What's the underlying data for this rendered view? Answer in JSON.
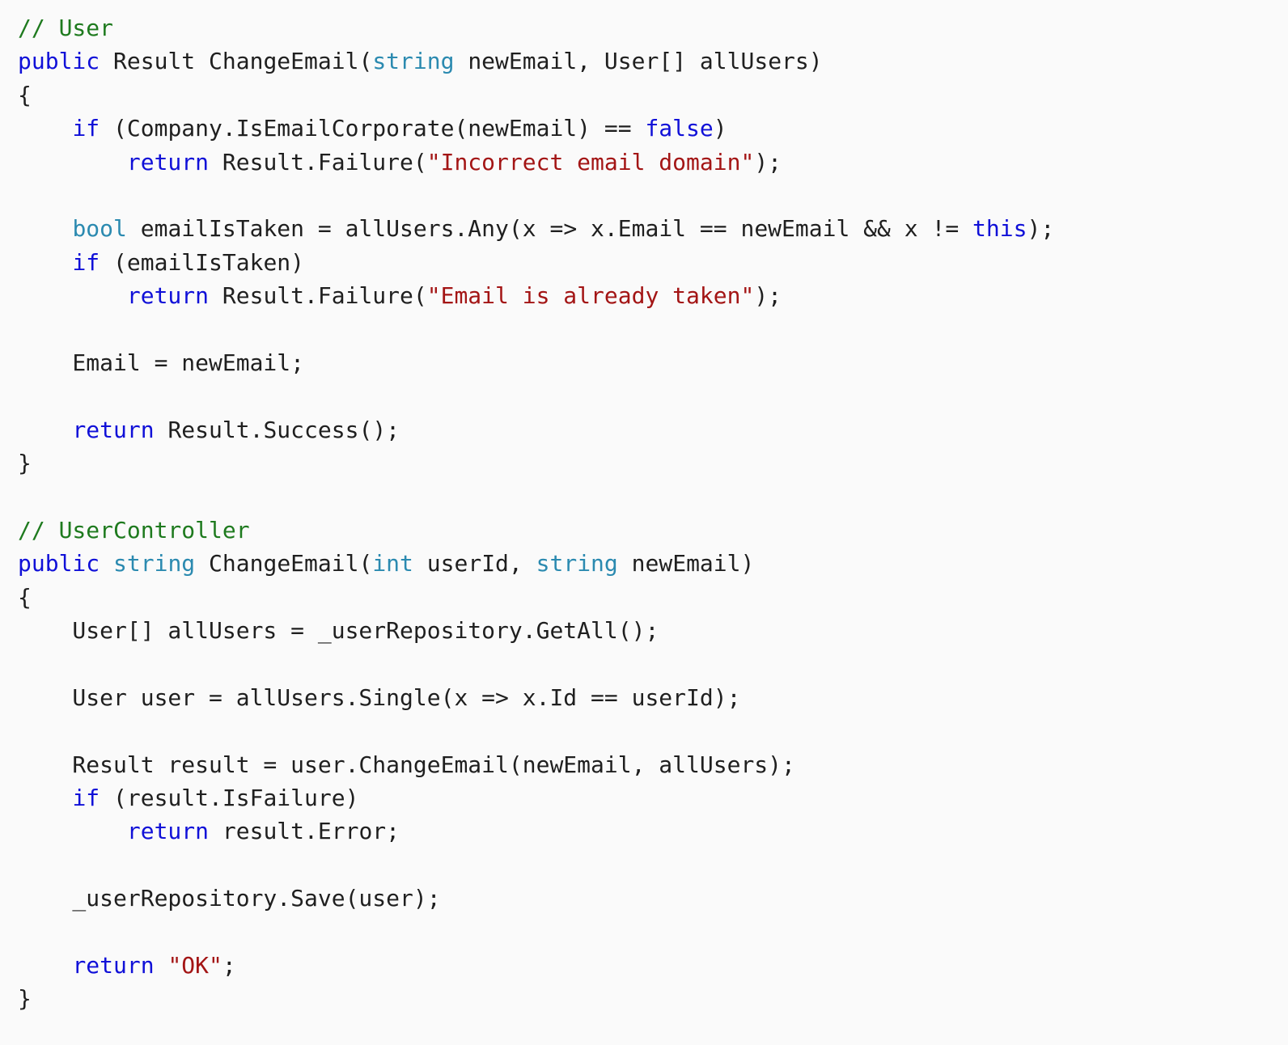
{
  "colors": {
    "background": "#fafafa",
    "comment": "#1e7a1e",
    "keyword": "#1010d8",
    "type": "#2b8ab0",
    "string": "#a31515",
    "plain": "#1f1f1f"
  },
  "code": {
    "language": "csharp",
    "lines": [
      [
        [
          "comment",
          "// User"
        ]
      ],
      [
        [
          "keyword",
          "public"
        ],
        [
          "plain",
          " Result ChangeEmail("
        ],
        [
          "type",
          "string"
        ],
        [
          "plain",
          " newEmail, User[] allUsers)"
        ]
      ],
      [
        [
          "plain",
          "{"
        ]
      ],
      [
        [
          "plain",
          "    "
        ],
        [
          "keyword",
          "if"
        ],
        [
          "plain",
          " (Company.IsEmailCorporate(newEmail) == "
        ],
        [
          "keyword",
          "false"
        ],
        [
          "plain",
          ")"
        ]
      ],
      [
        [
          "plain",
          "        "
        ],
        [
          "keyword",
          "return"
        ],
        [
          "plain",
          " Result.Failure("
        ],
        [
          "string",
          "\"Incorrect email domain\""
        ],
        [
          "plain",
          ");"
        ]
      ],
      [],
      [
        [
          "plain",
          "    "
        ],
        [
          "type",
          "bool"
        ],
        [
          "plain",
          " emailIsTaken = allUsers.Any(x => x.Email == newEmail && x != "
        ],
        [
          "keyword",
          "this"
        ],
        [
          "plain",
          ");"
        ]
      ],
      [
        [
          "plain",
          "    "
        ],
        [
          "keyword",
          "if"
        ],
        [
          "plain",
          " (emailIsTaken)"
        ]
      ],
      [
        [
          "plain",
          "        "
        ],
        [
          "keyword",
          "return"
        ],
        [
          "plain",
          " Result.Failure("
        ],
        [
          "string",
          "\"Email is already taken\""
        ],
        [
          "plain",
          ");"
        ]
      ],
      [],
      [
        [
          "plain",
          "    Email = newEmail;"
        ]
      ],
      [],
      [
        [
          "plain",
          "    "
        ],
        [
          "keyword",
          "return"
        ],
        [
          "plain",
          " Result.Success();"
        ]
      ],
      [
        [
          "plain",
          "}"
        ]
      ],
      [],
      [
        [
          "comment",
          "// UserController"
        ]
      ],
      [
        [
          "keyword",
          "public"
        ],
        [
          "plain",
          " "
        ],
        [
          "type",
          "string"
        ],
        [
          "plain",
          " ChangeEmail("
        ],
        [
          "type",
          "int"
        ],
        [
          "plain",
          " userId, "
        ],
        [
          "type",
          "string"
        ],
        [
          "plain",
          " newEmail)"
        ]
      ],
      [
        [
          "plain",
          "{"
        ]
      ],
      [
        [
          "plain",
          "    User[] allUsers = _userRepository.GetAll();"
        ]
      ],
      [],
      [
        [
          "plain",
          "    User user = allUsers.Single(x => x.Id == userId);"
        ]
      ],
      [],
      [
        [
          "plain",
          "    Result result = user.ChangeEmail(newEmail, allUsers);"
        ]
      ],
      [
        [
          "plain",
          "    "
        ],
        [
          "keyword",
          "if"
        ],
        [
          "plain",
          " (result.IsFailure)"
        ]
      ],
      [
        [
          "plain",
          "        "
        ],
        [
          "keyword",
          "return"
        ],
        [
          "plain",
          " result.Error;"
        ]
      ],
      [],
      [
        [
          "plain",
          "    _userRepository.Save(user);"
        ]
      ],
      [],
      [
        [
          "plain",
          "    "
        ],
        [
          "keyword",
          "return"
        ],
        [
          "plain",
          " "
        ],
        [
          "string",
          "\"OK\""
        ],
        [
          "plain",
          ";"
        ]
      ],
      [
        [
          "plain",
          "}"
        ]
      ]
    ]
  }
}
